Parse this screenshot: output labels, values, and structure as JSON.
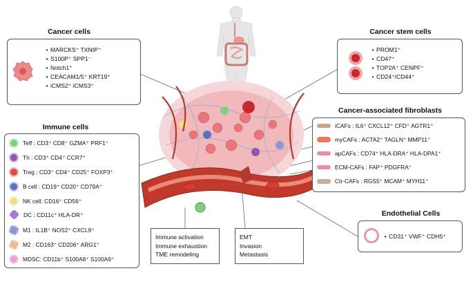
{
  "cancer_cells": {
    "title": "Cancer cells",
    "markers": [
      "MARCKS⁺ TXNIP⁺",
      "S100P⁺ SPP1⁻",
      "Notch1⁺",
      "CEACAM1/5⁺ KRT19⁺",
      "iCMS2⁺ iCMS3⁺"
    ]
  },
  "cancer_stem_cells": {
    "title": "Cancer stem cells",
    "markers": [
      "PROM1⁺",
      "CD47⁺",
      "TOP2A⁺ CENPF⁺",
      "CD24⁺/CD44⁺"
    ]
  },
  "caf": {
    "title": "Cancer-associated fibroblasts",
    "items": [
      {
        "label": "iCAFs : IL6⁺ CXCL12⁺ CFD⁺ AGTR1⁺",
        "color": "#c9a58e"
      },
      {
        "label": "myCAFs : ACTA2⁺ TAGLN⁺ MMP11⁺",
        "color": "#e87a5a"
      },
      {
        "label": "apCAFs : CD74⁺ HLA-DRA⁺ HLA-DPA1⁺",
        "color": "#e58fb0"
      },
      {
        "label": "ECM-CAFs : FAP⁺ PDGFRA⁺",
        "color": "#ea8fa0"
      },
      {
        "label": "Ctr-CAFs : RGS5⁺ MCAM⁺ MYH11⁺",
        "color": "#c4b29f"
      }
    ]
  },
  "immune_cells": {
    "title": "Immune cells",
    "items": [
      {
        "label": "Teff : CD3⁺ CD8⁺ GZMA⁺ PRF1⁺",
        "color": "#7ed27e"
      },
      {
        "label": "Th : CD3⁺ CD4⁺ CCR7⁺",
        "color": "#8c57b4"
      },
      {
        "label": "Treg : CD3⁺ CD4⁺ CD25⁺ FOXP3⁺",
        "color": "#d84c45"
      },
      {
        "label": "B cell : CD19⁺ CD20⁺ CD79A⁺",
        "color": "#5474c8"
      },
      {
        "label": "NK cell: CD16⁺ CD56⁺",
        "color": "#f4dc8c"
      },
      {
        "label": "DC : CD11c⁺ HLA-DR⁺",
        "color": "#a77ad6"
      },
      {
        "label": "M1 : IL1B⁺ NOS2⁺ CXCL9⁺",
        "color": "#8e94d8"
      },
      {
        "label": "M2 : CD163⁺ CD206⁺ ARG1⁺",
        "color": "#f0b89a"
      },
      {
        "label": "MDSC: CD11b⁺ S100A8⁺ S100A9⁺",
        "color": "#e6a0d2"
      }
    ]
  },
  "endothelial": {
    "title": "Endothelial Cells",
    "marker": "CD31⁺ VWF⁺ CDH5⁺"
  },
  "immune_effects": [
    "Immune activation",
    "Immune exhaustion",
    "TME remodeling"
  ],
  "emt_effects": [
    "EMT",
    "Invasion",
    "Metastasis"
  ],
  "colors": {
    "cancer_cell": "#e8767a",
    "stem_cell": "#c8282d",
    "vessel": "#c0392b",
    "tumor_bg": "#f3c5c8"
  }
}
